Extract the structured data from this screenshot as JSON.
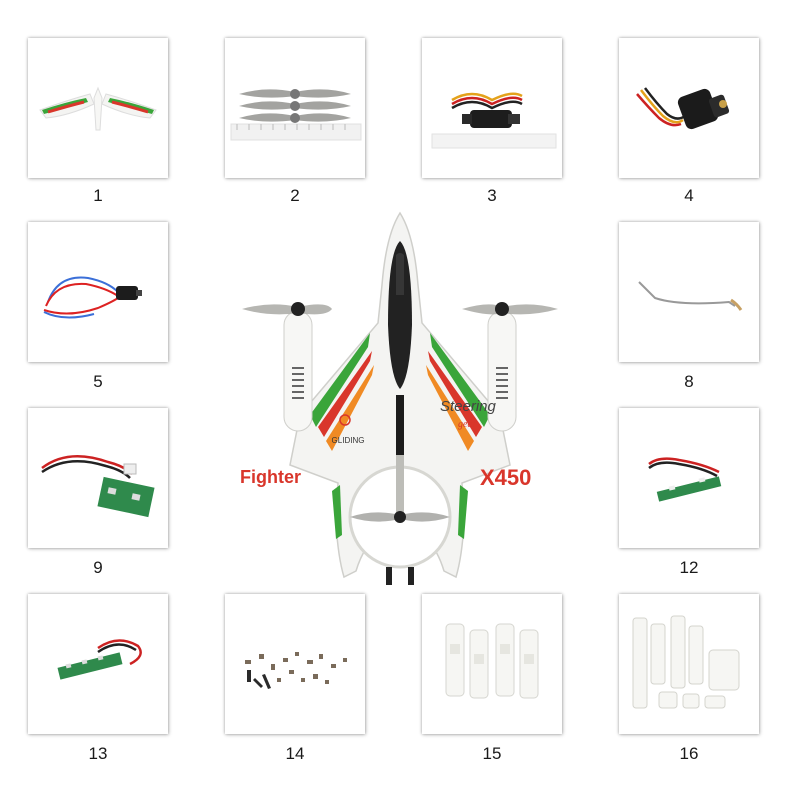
{
  "parts": [
    {
      "number": "1",
      "subject": "tail-fins"
    },
    {
      "number": "2",
      "subject": "propellers"
    },
    {
      "number": "3",
      "subject": "motor-with-wires"
    },
    {
      "number": "4",
      "subject": "brushless-motor"
    },
    {
      "number": "5",
      "subject": "small-motor"
    },
    {
      "number": "8",
      "subject": "pushrod"
    },
    {
      "number": "9",
      "subject": "receiver-board"
    },
    {
      "number": "12",
      "subject": "led-strip"
    },
    {
      "number": "13",
      "subject": "led-board"
    },
    {
      "number": "14",
      "subject": "screws-set"
    },
    {
      "number": "15",
      "subject": "plastic-parts"
    },
    {
      "number": "16",
      "subject": "plastic-frames"
    }
  ],
  "plane": {
    "name_left": "Fighter",
    "name_right": "X450",
    "script_top": "Steering",
    "script_bottom": "gear",
    "logo_text": "GLIDING"
  },
  "colors": {
    "green": "#3aa53a",
    "red": "#d9362b",
    "orange": "#f08a24",
    "body": "#f4f4f2",
    "canopy": "#222222"
  }
}
